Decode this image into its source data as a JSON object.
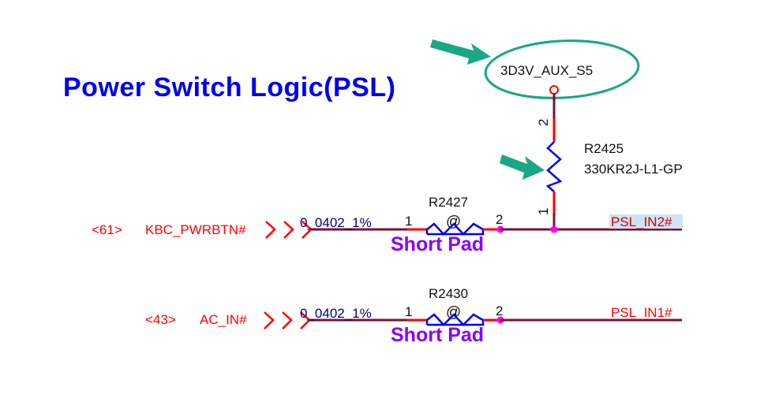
{
  "title": "Power Switch Logic(PSL)",
  "power_rail": {
    "net": "3D3V_AUX_S5",
    "highlighted": true
  },
  "pullup_resistor": {
    "ref": "R2425",
    "part": "330KR2J-L1-GP",
    "pin_top": "2",
    "pin_bottom": "1",
    "highlighted": true
  },
  "rows": [
    {
      "page_ref": "<61>",
      "input_net": "KBC_PWRBTN#",
      "footprint": "0_0402_1%",
      "resistor_ref": "R2427",
      "variant": "@",
      "pin_left": "1",
      "pin_right": "2",
      "annotation": "Short Pad",
      "output_net": "PSL_IN2#",
      "output_selected": true
    },
    {
      "page_ref": "<43>",
      "input_net": "AC_IN#",
      "footprint": "0_0402_1%",
      "resistor_ref": "R2430",
      "variant": "@",
      "pin_left": "1",
      "pin_right": "2",
      "annotation": "Short Pad",
      "output_net": "PSL_IN1#",
      "output_selected": false
    }
  ],
  "colors": {
    "title": "#0000ee",
    "net_label": "#ff0000",
    "wire": "#7a1035",
    "resistor": "#0000ff",
    "junction": "#ff00ff",
    "annotation": "#1aa785",
    "short_pad": "#8800ff",
    "selection": "#cfe3f5"
  }
}
